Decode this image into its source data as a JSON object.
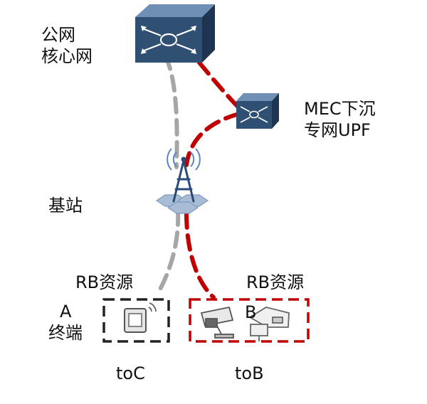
{
  "labels": {
    "core_line1": "公网",
    "core_line2": "核心网",
    "mec_line1": "MEC下沉",
    "mec_line2": "专网UPF",
    "base_station": "基站",
    "rb_left": "RB资源",
    "rb_right": "RB资源",
    "terminal_a_line1": "A",
    "terminal_a_line2": "终端",
    "terminal_b": "B",
    "toc": "toC",
    "tob": "toB"
  },
  "colors": {
    "public_path": "#a6a6a6",
    "private_path": "#c00000",
    "toc_box": "#222222",
    "tob_box": "#c00000",
    "router_face": "#2f4f73",
    "router_top": "#6f8fb4",
    "router_side": "#1e3552",
    "tower": "#2a4a78",
    "hex": "#a8bcd6"
  },
  "icons": [
    "core-router-icon",
    "mec-upf-router-icon",
    "base-station-tower-icon",
    "phone-terminal-icon",
    "camera-icon",
    "robot-device-icon"
  ]
}
